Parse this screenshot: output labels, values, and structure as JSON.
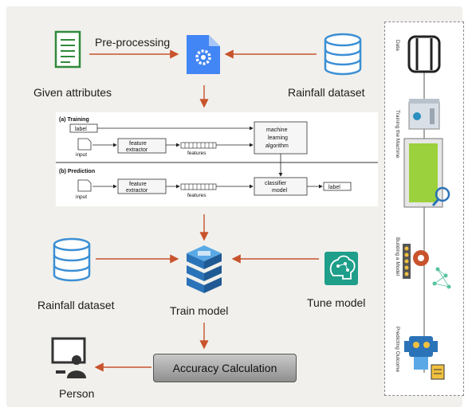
{
  "labels": {
    "preprocessing": "Pre-processing",
    "given_attributes": "Given attributes",
    "rainfall_dataset_top": "Rainfall dataset",
    "rainfall_dataset_left": "Rainfall dataset",
    "train_model": "Train model",
    "tune_model": "Tune model",
    "accuracy": "Accuracy Calculation",
    "person": "Person"
  },
  "ml_diagram": {
    "training": "(a) Training",
    "prediction": "(b) Prediction",
    "label": "label",
    "input": "input",
    "feature": "feature",
    "extractor": "extractor",
    "features": "features",
    "machine": "machine",
    "learning": "learning",
    "algorithm": "algorithm",
    "classifier": "classifier",
    "model": "model"
  },
  "side_panel": {
    "data": "Data",
    "training": "Training the Machine",
    "building": "Building a Model",
    "predicting": "Predicting Outcome"
  },
  "colors": {
    "arrow": "#c8532c",
    "doc_green": "#2f8a3a",
    "db_blue": "#3b8fd4",
    "gear_blue": "#4285f4",
    "tune_green": "#1f9e8a",
    "train_blue": "#2b73b8"
  }
}
